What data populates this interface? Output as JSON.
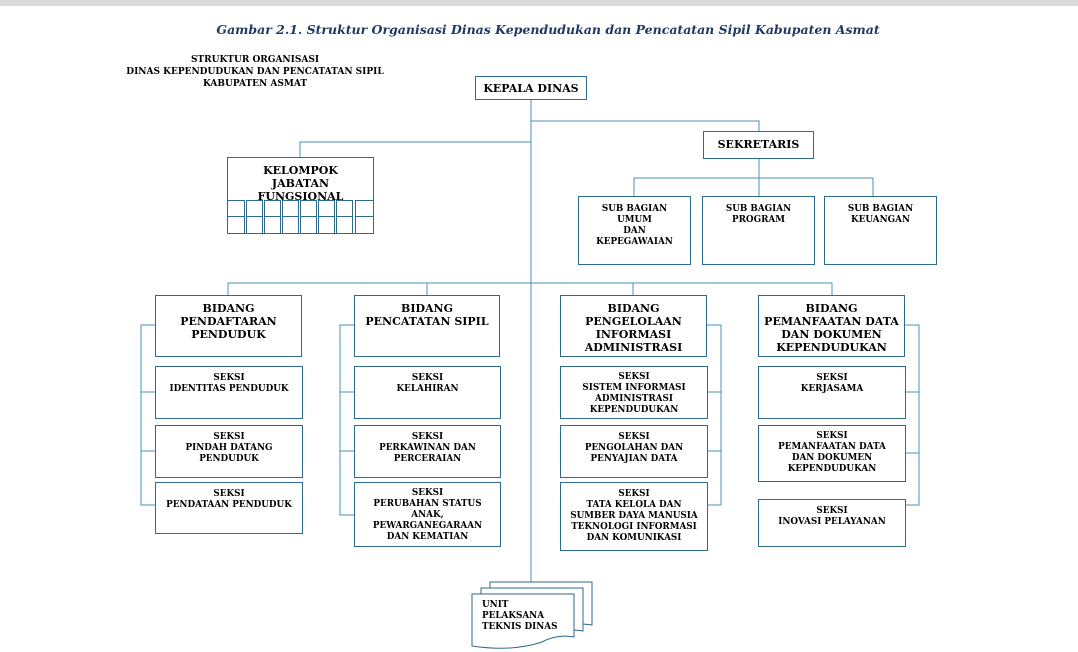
{
  "caption": "Gambar 2.1. Struktur Organisasi Dinas Kependudukan dan Pencatatan Sipil Kabupaten Asmat",
  "header": {
    "line1": "STRUKTUR ORGANISASI",
    "line2": "DINAS KEPENDUDUKAN DAN PENCATATAN SIPIL",
    "line3": "KABUPATEN ASMAT"
  },
  "kepala": "KEPALA DINAS",
  "sekretaris": "SEKRETARIS",
  "kelompok": {
    "l1": "KELOMPOK",
    "l2": "JABATAN",
    "l3": "FUNGSIONAL"
  },
  "subbagian": [
    {
      "l1": "SUB BAGIAN",
      "l2": "UMUM",
      "l3": "DAN",
      "l4": "KEPEGAWAIAN"
    },
    {
      "l1": "SUB BAGIAN",
      "l2": "PROGRAM"
    },
    {
      "l1": "SUB BAGIAN",
      "l2": "KEUANGAN"
    }
  ],
  "bidang": [
    {
      "lines": [
        "BIDANG",
        "PENDAFTARAN",
        "PENDUDUK"
      ],
      "seksi": [
        [
          "SEKSI",
          "IDENTITAS PENDUDUK"
        ],
        [
          "SEKSI",
          "PINDAH DATANG",
          "PENDUDUK"
        ],
        [
          "SEKSI",
          "PENDATAAN PENDUDUK"
        ]
      ]
    },
    {
      "lines": [
        "BIDANG",
        "PENCATATAN SIPIL"
      ],
      "seksi": [
        [
          "SEKSI",
          "KELAHIRAN"
        ],
        [
          "SEKSI",
          "PERKAWINAN DAN",
          "PERCERAIAN"
        ],
        [
          "SEKSI",
          "PERUBAHAN STATUS",
          "ANAK,",
          "PEWARGANEGARAAN",
          "DAN KEMATIAN"
        ]
      ]
    },
    {
      "lines": [
        "BIDANG",
        "PENGELOLAAN",
        "INFORMASI",
        "ADMINISTRASI"
      ],
      "seksi": [
        [
          "SEKSI",
          "SISTEM INFORMASI",
          "ADMINISTRASI",
          "KEPENDUDUKAN"
        ],
        [
          "SEKSI",
          "PENGOLAHAN DAN",
          "PENYAJIAN DATA"
        ],
        [
          "SEKSI",
          "TATA KELOLA DAN",
          "SUMBER DAYA MANUSIA",
          "TEKNOLOGI INFORMASI",
          "DAN KOMUNIKASI"
        ]
      ]
    },
    {
      "lines": [
        "BIDANG",
        "PEMANFAATAN DATA",
        "DAN DOKUMEN",
        "KEPENDUDUKAN"
      ],
      "seksi": [
        [
          "SEKSI",
          "KERJASAMA"
        ],
        [
          "SEKSI",
          "PEMANFAATAN DATA",
          "DAN DOKUMEN",
          "KEPENDUDUKAN"
        ],
        [
          "SEKSI",
          "INOVASI PELAYANAN"
        ]
      ]
    }
  ],
  "upt": {
    "l1": "UNIT",
    "l2": "PELAKSANA",
    "l3": "TEKNIS DINAS"
  }
}
